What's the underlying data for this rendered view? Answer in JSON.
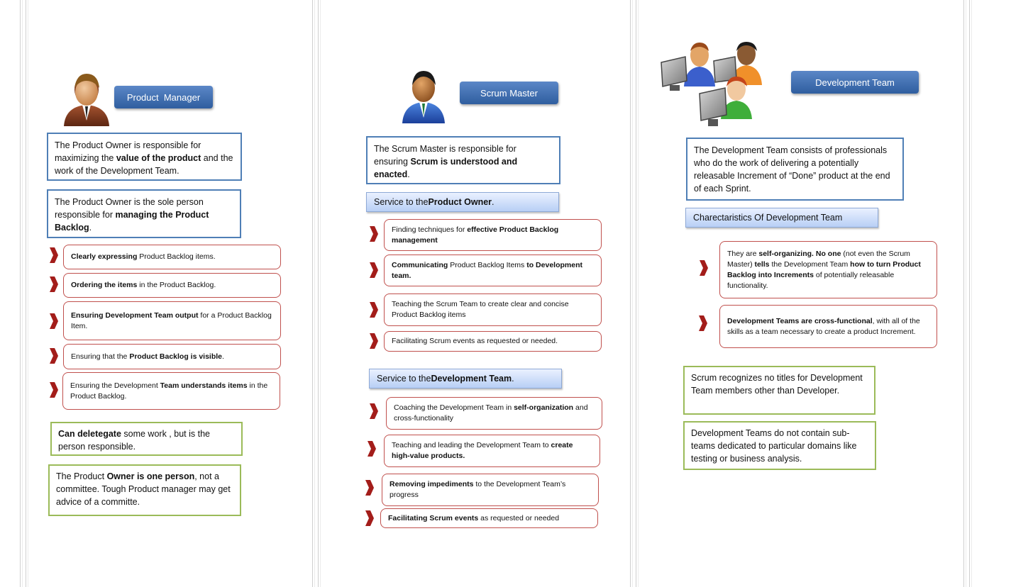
{
  "columns": [
    {
      "role": "Product  Manager",
      "boxes": [
        [
          "The Product Owner is responsible for maximizing the ",
          {
            "b": "value of the product"
          },
          " and the work of the Development Team."
        ],
        [
          "The Product Owner is the sole person responsible for ",
          {
            "b": "managing the Product Backlog"
          },
          "."
        ]
      ],
      "items": [
        [
          {
            "b": "Clearly expressing"
          },
          " Product Backlog items."
        ],
        [
          {
            "b": "Ordering the items"
          },
          " in the Product Backlog."
        ],
        [
          {
            "b": "Ensuring Development Team output"
          },
          " for a Product Backlog Item."
        ],
        [
          "Ensuring that the ",
          {
            "b": "Product Backlog is visible"
          },
          "."
        ],
        [
          "Ensuring the Development ",
          {
            "b": "Team understands items"
          },
          " in the Product Backlog."
        ]
      ],
      "notes": [
        [
          {
            "b": "Can deletegate"
          },
          " some work , but is the person responsible."
        ],
        [
          "The Product ",
          {
            "b": "Owner is one person"
          },
          ", not a committee. Tough Product manager may get advice of a committe."
        ]
      ]
    },
    {
      "role": "Scrum Master",
      "boxes": [
        [
          "The Scrum Master is responsible for ensuring ",
          {
            "b": "Scrum is understood and enacted"
          },
          "."
        ]
      ],
      "service_po": [
        "Service to the ",
        {
          "b": "Product Owner"
        },
        "."
      ],
      "items_po": [
        [
          "Finding techniques for ",
          {
            "b": "effective Product Backlog management"
          }
        ],
        [
          {
            "b": "Communicating"
          },
          " Product Backlog Items ",
          {
            "b": "to Development team."
          }
        ],
        [
          "Teaching the Scrum Team to create clear and concise Product Backlog items"
        ],
        [
          "Facilitating Scrum events as requested or needed."
        ]
      ],
      "service_dt": [
        "Service to the ",
        {
          "b": "Development Team"
        },
        "."
      ],
      "items_dt": [
        [
          "Coaching the Development Team in ",
          {
            "b": "self-organization"
          },
          " and cross-functionality"
        ],
        [
          "Teaching and leading the Development Team to ",
          {
            "b": "create high-value products."
          }
        ],
        [
          {
            "b": "Removing impediments"
          },
          " to the Development Team’s progress"
        ],
        [
          {
            "b": "Facilitating Scrum events"
          },
          " as requested or needed"
        ]
      ]
    },
    {
      "role": "Development Team",
      "boxes": [
        [
          "The Development Team consists of professionals who do the work of delivering a potentially releasable Increment of “Done” product at the end of each Sprint."
        ]
      ],
      "service": [
        "Charectaristics Of Development Team"
      ],
      "items": [
        [
          "They are ",
          {
            "b": "self-organizing. No one"
          },
          " (not even the Scrum Master) ",
          {
            "b": "tells"
          },
          " the Development Team ",
          {
            "b": "how to turn Product Backlog into Increments"
          },
          " of potentially releasable functionality."
        ],
        [
          {
            "b": "Development Teams are cross-functional"
          },
          ", with all of the skills as a team necessary to create a product Increment."
        ]
      ],
      "notes": [
        [
          "Scrum recognizes no titles for Development Team members other than Developer."
        ],
        [
          "Development Teams do not contain sub-teams dedicated to particular domains like testing or business analysis."
        ]
      ]
    }
  ],
  "colors": {
    "blue_border": "#4f7fb6",
    "green_border": "#9bbb59",
    "red_border": "#c0504d",
    "button": "#3d6db0"
  }
}
